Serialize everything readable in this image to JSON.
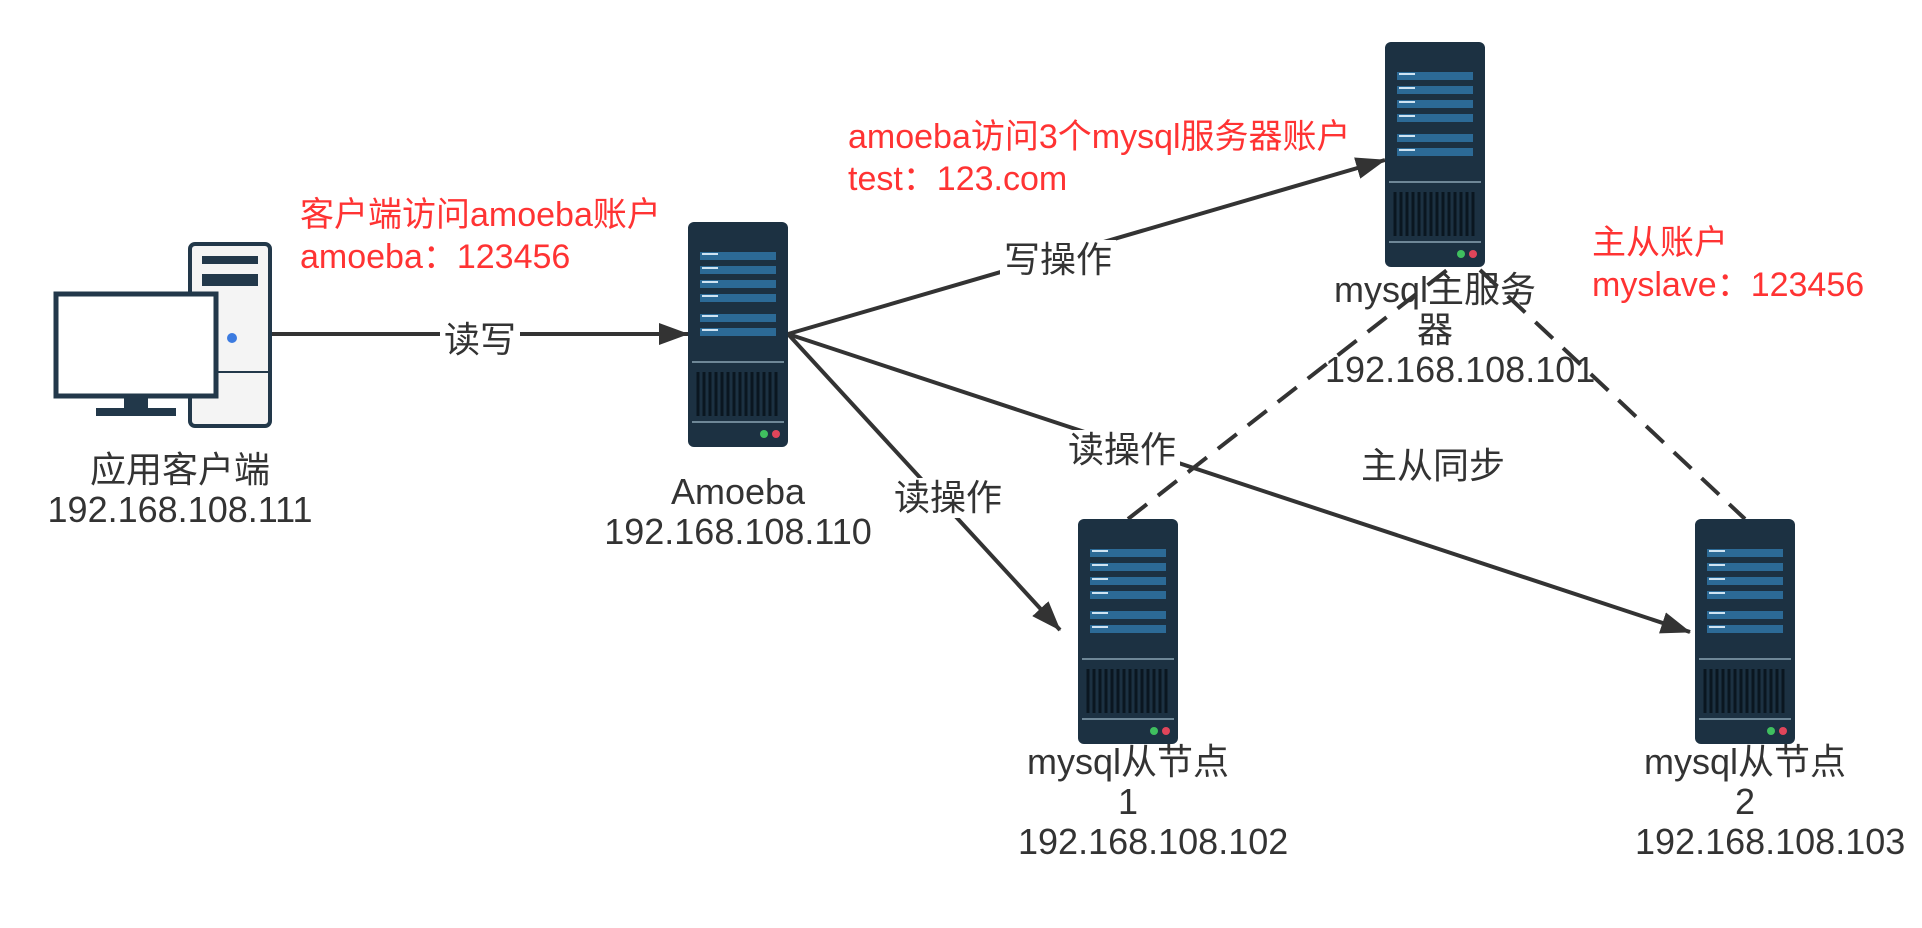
{
  "nodes": {
    "client": {
      "name": "应用客户端",
      "ip": "192.168.108.111",
      "icon": "desktop-computer-icon"
    },
    "amoeba": {
      "name": "Amoeba",
      "ip": "192.168.108.110",
      "icon": "server-rack-icon"
    },
    "master": {
      "name": "mysql主服务器",
      "ip": "192.168.108.101",
      "icon": "server-rack-icon"
    },
    "slave1": {
      "name": "mysql从节点1",
      "ip": "192.168.108.102",
      "icon": "server-rack-icon"
    },
    "slave2": {
      "name": "mysql从节点2",
      "ip": "192.168.108.103",
      "icon": "server-rack-icon"
    }
  },
  "edges": {
    "client_amoeba": "读写",
    "amoeba_master": "写操作",
    "amoeba_slave1": "读操作",
    "amoeba_slave2": "读操作",
    "replication": "主从同步"
  },
  "notes": {
    "client_account_title": "客户端访问amoeba账户",
    "client_account_cred": "amoeba：123456",
    "amoeba_account_title": "amoeba访问3个mysql服务器账户",
    "amoeba_account_cred": "test：123.com",
    "repl_account_title": "主从账户",
    "repl_account_cred": "myslave：123456"
  },
  "colors": {
    "server_body": "#1c3142",
    "server_panel": "#2c6a96",
    "note_text": "#ff3333",
    "label_text": "#333333",
    "edge": "#333333"
  }
}
